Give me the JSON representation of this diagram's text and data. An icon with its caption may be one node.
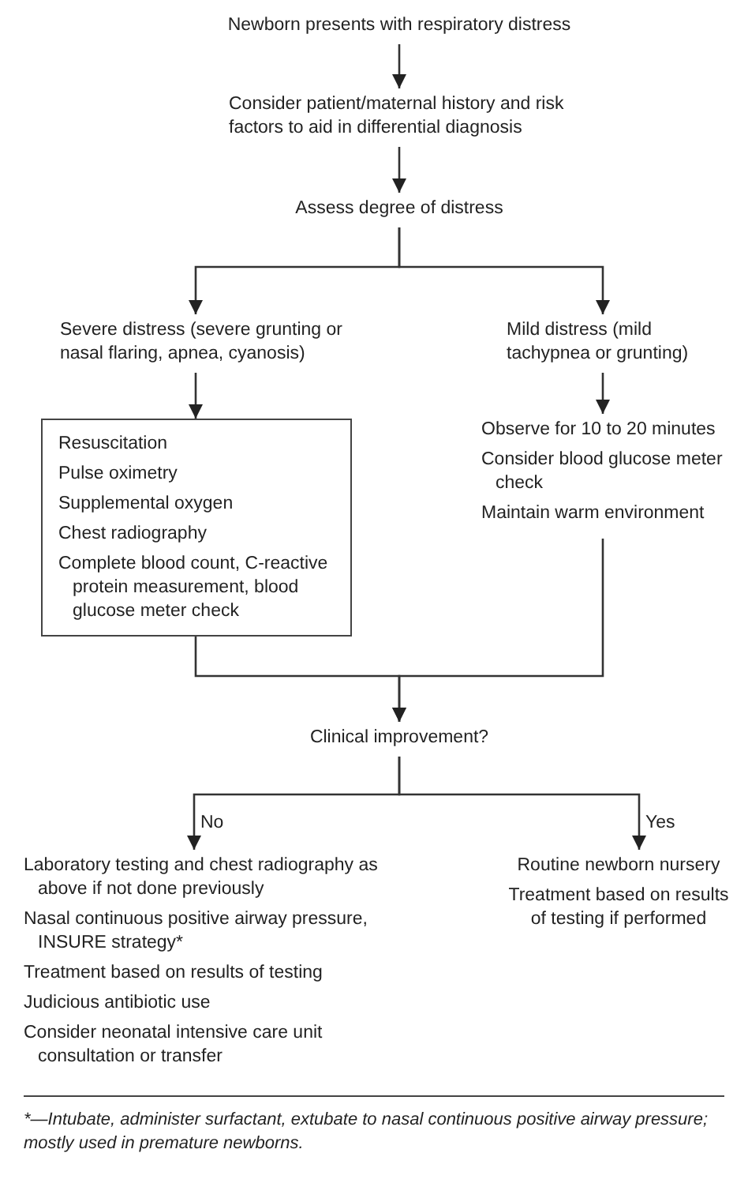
{
  "diagram": {
    "nodes": [
      {
        "text": [
          "Newborn presents with respiratory distress"
        ]
      },
      {
        "text": [
          "Consider patient/maternal history and risk factors to aid in differential diagnosis"
        ]
      },
      {
        "text": [
          "Assess degree of distress"
        ]
      },
      {
        "text": [
          "Severe distress (severe grunting or nasal flaring, apnea, cyanosis)"
        ]
      },
      {
        "text": [
          "Mild distress (mild tachypnea or grunting)"
        ]
      },
      {
        "text": [
          "Resuscitation",
          "Pulse oximetry",
          "Supplemental oxygen",
          "Chest radiography",
          "Complete blood count, C-reactive protein measurement, blood glucose meter check"
        ]
      },
      {
        "text": [
          "Observe for 10 to 20 minutes",
          "Consider blood glucose meter check",
          "Maintain warm environment"
        ]
      },
      {
        "text": [
          "Clinical improvement?"
        ]
      },
      {
        "text": [
          "Laboratory testing and chest radiography as above if not done previously",
          "Nasal continuous positive airway pressure, INSURE strategy*",
          "Treatment based on results of testing",
          "Judicious antibiotic use",
          "Consider neonatal intensive care unit consultation or transfer"
        ]
      },
      {
        "text": [
          "Routine newborn nursery",
          "Treatment based on results of testing if performed"
        ]
      }
    ],
    "edges": [
      {
        "from": 0,
        "to": 1,
        "arrow": "to"
      },
      {
        "from": 1,
        "to": 2,
        "arrow": "to"
      },
      {
        "from": 2,
        "to": 3,
        "arrow": "to"
      },
      {
        "from": 2,
        "to": 4,
        "arrow": "to"
      },
      {
        "from": 3,
        "to": 5,
        "arrow": "to"
      },
      {
        "from": 4,
        "to": 6,
        "arrow": "to"
      },
      {
        "from": 5,
        "to": 7,
        "arrow": "to"
      },
      {
        "from": 6,
        "to": 7,
        "arrow": "to"
      },
      {
        "from": 7,
        "to": 8,
        "arrow": "to",
        "label": "No"
      },
      {
        "from": 7,
        "to": 9,
        "arrow": "to",
        "label": "Yes"
      }
    ],
    "caption": "*—Intubate, administer surfactant, extubate to nasal continuous positive airway pressure; mostly used in premature newborns."
  }
}
